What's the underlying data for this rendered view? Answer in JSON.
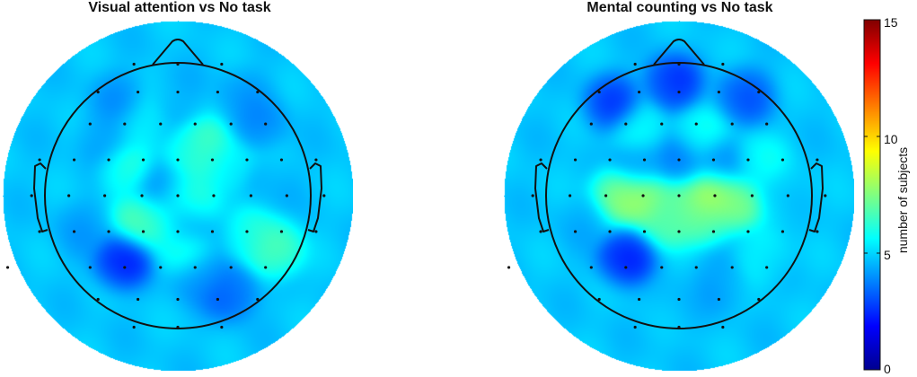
{
  "chart_data": [
    {
      "type": "heatmap",
      "title": "Visual attention vs No task",
      "value_label": "number of subjects",
      "hotspots": [
        {
          "x": 0.0,
          "y": 0.0,
          "value": 6.0
        },
        {
          "x": -0.38,
          "y": 0.2,
          "value": 6.2
        },
        {
          "x": 0.08,
          "y": 0.28,
          "value": 6.3
        },
        {
          "x": 0.2,
          "y": 0.38,
          "value": 6.8
        },
        {
          "x": 0.38,
          "y": 0.24,
          "value": 5.9
        },
        {
          "x": -0.28,
          "y": -0.18,
          "value": 7.0
        },
        {
          "x": -0.12,
          "y": -0.18,
          "value": 6.8
        },
        {
          "x": 0.12,
          "y": -0.05,
          "value": 6.2
        },
        {
          "x": 0.05,
          "y": -0.4,
          "value": 6.0
        },
        {
          "x": 0.55,
          "y": -0.28,
          "value": 6.0
        },
        {
          "x": 0.72,
          "y": -0.4,
          "value": 7.2
        },
        {
          "x": -0.28,
          "y": 0.55,
          "value": 5.5
        },
        {
          "x": -0.42,
          "y": -0.48,
          "value": 2.0
        },
        {
          "x": -0.12,
          "y": 0.07,
          "value": 3.6
        },
        {
          "x": 0.04,
          "y": -0.2,
          "value": 3.8
        },
        {
          "x": 0.6,
          "y": 0.55,
          "value": 3.8
        },
        {
          "x": 0.38,
          "y": -0.72,
          "value": 3.0
        },
        {
          "x": 0.15,
          "y": -0.6,
          "value": 4.0
        },
        {
          "x": -0.55,
          "y": 0.45,
          "value": 4.2
        },
        {
          "x": -0.72,
          "y": -0.25,
          "value": 4.2
        },
        {
          "x": 0.7,
          "y": 0.1,
          "value": 4.5
        },
        {
          "x": 0.0,
          "y": 0.75,
          "value": 4.5
        },
        {
          "x": -0.45,
          "y": 0.72,
          "value": 4.0
        },
        {
          "x": 0.5,
          "y": 0.75,
          "value": 4.2
        }
      ]
    },
    {
      "type": "heatmap",
      "title": "Mental counting vs No task",
      "value_label": "number of subjects",
      "hotspots": [
        {
          "x": 0.0,
          "y": -0.05,
          "value": 7.5
        },
        {
          "x": -0.25,
          "y": -0.02,
          "value": 8.6
        },
        {
          "x": -0.45,
          "y": 0.0,
          "value": 8.0
        },
        {
          "x": 0.25,
          "y": 0.02,
          "value": 8.6
        },
        {
          "x": 0.42,
          "y": -0.05,
          "value": 7.8
        },
        {
          "x": -0.1,
          "y": -0.18,
          "value": 7.2
        },
        {
          "x": 0.18,
          "y": -0.15,
          "value": 7.5
        },
        {
          "x": 0.15,
          "y": 0.45,
          "value": 5.9
        },
        {
          "x": -0.3,
          "y": 0.5,
          "value": 5.8
        },
        {
          "x": 0.6,
          "y": 0.25,
          "value": 5.8
        },
        {
          "x": 0.62,
          "y": -0.45,
          "value": 5.5
        },
        {
          "x": 0.0,
          "y": 0.25,
          "value": 3.5
        },
        {
          "x": -0.3,
          "y": 0.25,
          "value": 3.8
        },
        {
          "x": 0.3,
          "y": 0.25,
          "value": 3.8
        },
        {
          "x": -0.4,
          "y": -0.45,
          "value": 2.0
        },
        {
          "x": -0.05,
          "y": 0.85,
          "value": 2.2
        },
        {
          "x": -0.5,
          "y": 0.7,
          "value": 2.5
        },
        {
          "x": 0.5,
          "y": 0.75,
          "value": 3.0
        },
        {
          "x": 0.3,
          "y": -0.65,
          "value": 4.2
        },
        {
          "x": -0.72,
          "y": -0.2,
          "value": 4.5
        },
        {
          "x": 0.8,
          "y": 0.0,
          "value": 5.0
        },
        {
          "x": 0.0,
          "y": -0.82,
          "value": 4.6
        }
      ]
    }
  ],
  "colorbar": {
    "label": "number of subjects",
    "range": [
      0,
      15
    ],
    "ticks": [
      "15",
      "10",
      "5",
      "0"
    ],
    "colormap": [
      "#00008f",
      "#0000ff",
      "#0080ff",
      "#00ffff",
      "#80ff80",
      "#ffff00",
      "#ff8000",
      "#ff0000",
      "#800000"
    ]
  }
}
